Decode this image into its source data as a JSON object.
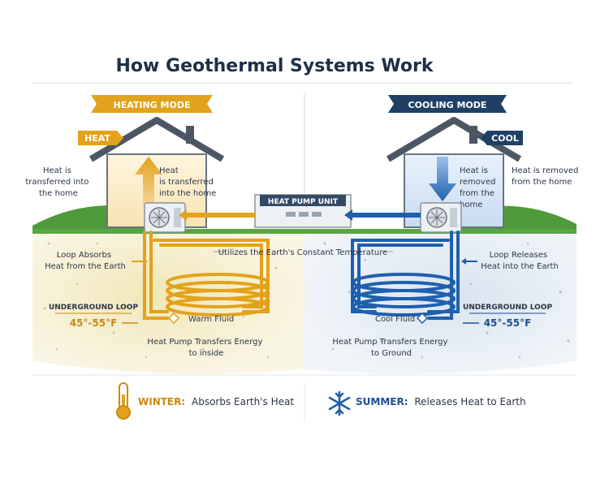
{
  "title": "How Geothermal Systems Work",
  "heating": {
    "banner": "HEATING MODE",
    "tag": "HEAT",
    "left_note": [
      "Heat is",
      "transferred into",
      "the home"
    ],
    "inside_note": [
      "Heat",
      "is transferred",
      "into the home"
    ],
    "loop_note": [
      "Loop Absorbs",
      "Heat from the Earth"
    ],
    "loop_label": "UNDERGROUND LOOP",
    "temp_range": "45°-55°F",
    "fluid_label": "Warm Fluid",
    "transfer_note": [
      "Heat Pump Transfers Energy",
      "to inside"
    ],
    "season": "WINTER:",
    "season_text": "Absorbs Earth's Heat"
  },
  "cooling": {
    "banner": "COOLING MODE",
    "tag": "COOL",
    "right_note": [
      "Heat is removed",
      "from the home"
    ],
    "inside_note": [
      "Heat is",
      "removed",
      "from the",
      "home"
    ],
    "loop_note": [
      "Loop Releases",
      "Heat into the Earth"
    ],
    "loop_label": "UNDERGROUND LOOP",
    "temp_range": "45°-55°F",
    "fluid_label": "Cool Fluid",
    "transfer_note": [
      "Heat Pump Transfers Energy",
      "to Ground"
    ],
    "season": "SUMMER:",
    "season_text": "Releases Heat to Earth"
  },
  "center": {
    "unit_label": "HEAT PUMP UNIT",
    "earth_note": "Utilizes the Earth's Constant Temperature"
  },
  "colors": {
    "heat": "#e2a21c",
    "heat_text": "#c98a10",
    "cool": "#1f5fae",
    "cool_text": "#1d4f94",
    "banner_dark": "#1f3f66",
    "grass": "#4f9a3a"
  },
  "icons": {
    "thermometer": "thermometer-icon",
    "snowflake": "snowflake-icon",
    "fan": "fan-icon"
  }
}
